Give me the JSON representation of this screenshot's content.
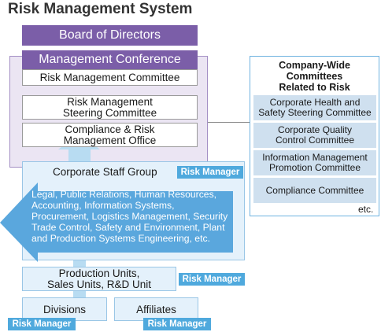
{
  "title": "Risk Management System",
  "board": "Board of Directors",
  "management_conference": "Management Conference",
  "risk_management_committee": "Risk Management Committee",
  "steering_committee": [
    "Risk Management",
    "Steering Committee"
  ],
  "compliance_office": [
    "Compliance & Risk",
    "Management Office"
  ],
  "corporate_staff": {
    "name": "Corporate Staff Group",
    "risk_manager": "Risk Manager",
    "functions": [
      "Legal, Public Relations, Human Resources,",
      "Accounting, Information Systems,",
      "Procurement, Logistics Management, Security",
      "Trade Control, Safety and Environment, Plant",
      "and Production Systems Engineering, etc."
    ]
  },
  "production_units": {
    "lines": [
      "Production Units,",
      "Sales Units, R&D Unit"
    ],
    "risk_manager": "Risk Manager"
  },
  "divisions": {
    "name": "Divisions",
    "risk_manager": "Risk Manager"
  },
  "affiliates": {
    "name": "Affiliates",
    "risk_manager": "Risk Manager"
  },
  "company_wide": {
    "heading": [
      "Company-Wide",
      "Committees",
      "Related to Risk"
    ],
    "committees": [
      [
        "Corporate Health and",
        "Safety Steering Committee"
      ],
      [
        "Corporate Quality",
        "Control Committee"
      ],
      [
        "Information Management",
        "Promotion Committee"
      ],
      [
        "Compliance Committee"
      ]
    ],
    "etc": "etc."
  }
}
